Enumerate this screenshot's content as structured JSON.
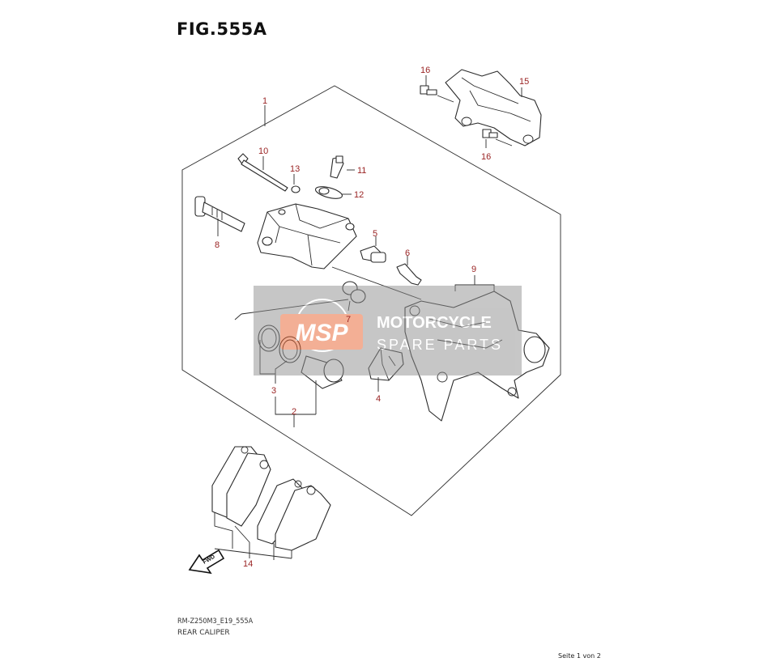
{
  "figure": {
    "title": "FIG.555A"
  },
  "footer": {
    "diagram_code": "RM-Z250M3_E19_555A",
    "caption": "REAR CALIPER",
    "page_info": "Seite 1 von 2"
  },
  "watermark": {
    "logo_text": "MSP",
    "line1": "MOTORCYCLE",
    "line2": "SPARE PARTS",
    "color": "#e8622e"
  },
  "fwd_arrow": {
    "label": "FWD"
  },
  "callouts": [
    {
      "id": "c1",
      "label": "1"
    },
    {
      "id": "c2",
      "label": "2"
    },
    {
      "id": "c3",
      "label": "3"
    },
    {
      "id": "c4",
      "label": "4"
    },
    {
      "id": "c5",
      "label": "5"
    },
    {
      "id": "c6",
      "label": "6"
    },
    {
      "id": "c7",
      "label": "7"
    },
    {
      "id": "c8",
      "label": "8"
    },
    {
      "id": "c9",
      "label": "9"
    },
    {
      "id": "c10",
      "label": "10"
    },
    {
      "id": "c11",
      "label": "11"
    },
    {
      "id": "c12",
      "label": "12"
    },
    {
      "id": "c13",
      "label": "13"
    },
    {
      "id": "c14",
      "label": "14"
    },
    {
      "id": "c15",
      "label": "15"
    },
    {
      "id": "c16a",
      "label": "16"
    },
    {
      "id": "c16b",
      "label": "16"
    }
  ],
  "colors": {
    "callout": "#9a2424",
    "line": "#2a2a2a",
    "watermark_band": "#8f8f8f"
  }
}
